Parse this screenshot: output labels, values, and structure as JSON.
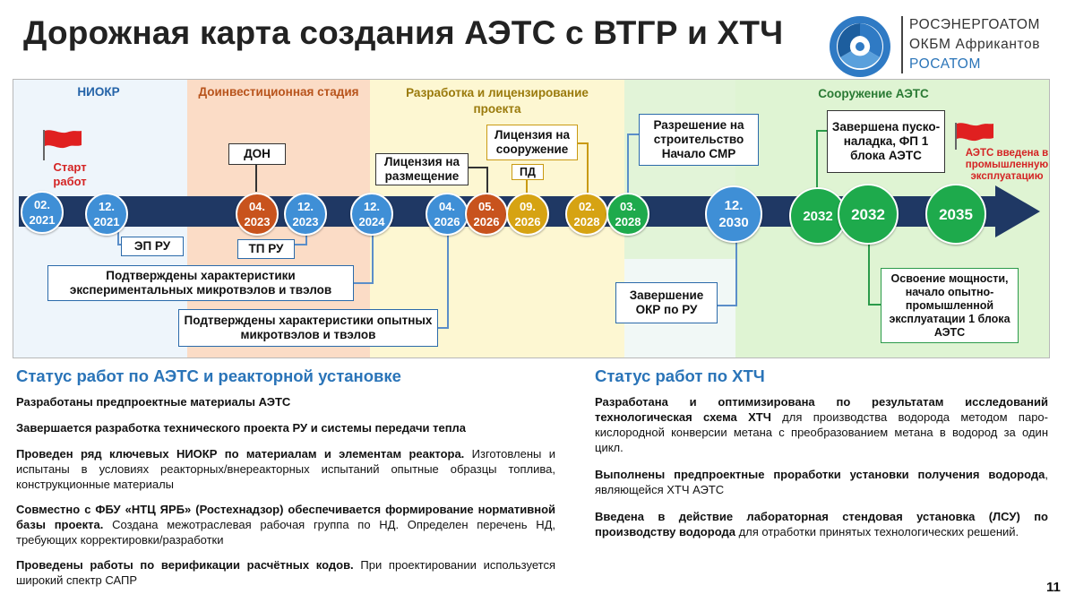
{
  "header": {
    "title": "Дорожная карта создания АЭТС с ВТГР и ХТЧ",
    "brand_line1": "РОСЭНЕРГОАТОМ",
    "brand_line2": "ОКБМ Африкантов",
    "brand_line3": "РОСАТОМ"
  },
  "colors": {
    "accent_blue": "#2a74b8",
    "arrow_navy": "#1f3864",
    "zone_niokr": "#e9f3fb",
    "zone_preinvest": "#fbdcc6",
    "zone_design": "#fdf6cf",
    "zone_construction": "#dff4d3",
    "red_flag": "#e02020"
  },
  "timeline": {
    "zones": {
      "niokr": "НИОКР",
      "preinvest": "Доинвестиционная стадия",
      "design": "Разработка и лицензирование проекта",
      "construction": "Сооружение АЭТС"
    },
    "start_label": "Старт работ",
    "end_label": "АЭТС введена в промышленную эксплуатацию",
    "milestones": [
      {
        "id": "m1",
        "month": "02.",
        "year": "2021"
      },
      {
        "id": "m2",
        "month": "12.",
        "year": "2021"
      },
      {
        "id": "m3",
        "month": "04.",
        "year": "2023"
      },
      {
        "id": "m4",
        "month": "12.",
        "year": "2023"
      },
      {
        "id": "m5",
        "month": "12.",
        "year": "2024"
      },
      {
        "id": "m6",
        "month": "04.",
        "year": "2026"
      },
      {
        "id": "m7",
        "month": "05.",
        "year": "2026"
      },
      {
        "id": "m8",
        "month": "09.",
        "year": "2026"
      },
      {
        "id": "m9",
        "month": "02.",
        "year": "2028"
      },
      {
        "id": "m10",
        "month": "03.",
        "year": "2028"
      },
      {
        "id": "m11",
        "month": "12.",
        "year": "2030"
      },
      {
        "id": "m12",
        "month": "",
        "year": "2032"
      },
      {
        "id": "m13",
        "month": "",
        "year": "2032"
      },
      {
        "id": "m14",
        "month": "",
        "year": "2035"
      }
    ],
    "boxes": {
      "don": "ДОН",
      "ep_ru": "ЭП РУ",
      "tp_ru": "ТП РУ",
      "exp_chars": "Подтверждены характеристики экспериментальных микротвэлов и твэлов",
      "opyt_chars": "Подтверждены характеристики опытных микротвэлов и твэлов",
      "license_place": "Лицензия на размещение",
      "license_build": "Лицензия на сооружение",
      "pd": "ПД",
      "permit": "Разрешение на строительство Начало СМР",
      "okr": "Завершение ОКР по РУ",
      "commissioning": "Завершена пуско-наладка, ФП 1 блока АЭТС",
      "capacity": "Освоение мощности, начало опытно-промышленной эксплуатации 1 блока АЭТС"
    }
  },
  "status_left": {
    "title": "Статус работ по АЭТС и реакторной установке",
    "p1_bold": "Разработаны предпроектные материалы АЭТС",
    "p2_bold": "Завершается разработка технического проекта РУ и системы передачи тепла",
    "p3_bold": "Проведен ряд ключевых НИОКР по материалам и элементам реактора.",
    "p3_rest": " Изготовлены и испытаны в условиях реакторных/внереакторных испытаний опытные образцы топлива, конструкционные материалы",
    "p4_bold": "Совместно с ФБУ «НТЦ ЯРБ» (Ростехнадзор) обеспечивается формирование нормативной базы проекта.",
    "p4_rest": " Создана межотраслевая рабочая группа по НД. Определен перечень НД, требующих корректировки/разработки",
    "p5_bold": "Проведены работы по верификации расчётных кодов.",
    "p5_rest": " При проектировании используется широкий спектр САПР"
  },
  "status_right": {
    "title": "Статус работ по ХТЧ",
    "p1_bold": "Разработана и оптимизирована по результатам исследований технологическая схема ХТЧ",
    "p1_rest": " для производства водорода методом паро-кислородной конверсии метана с преобразованием метана в водород за один цикл.",
    "p2_bold": "Выполнены предпроектные проработки установки получения водорода",
    "p2_rest": ", являющейся ХТЧ АЭТС",
    "p3_bold": "Введена в действие лабораторная стендовая установка (ЛСУ) по производству водорода",
    "p3_rest": " для отработки принятых технологических решений."
  },
  "page_number": "11"
}
